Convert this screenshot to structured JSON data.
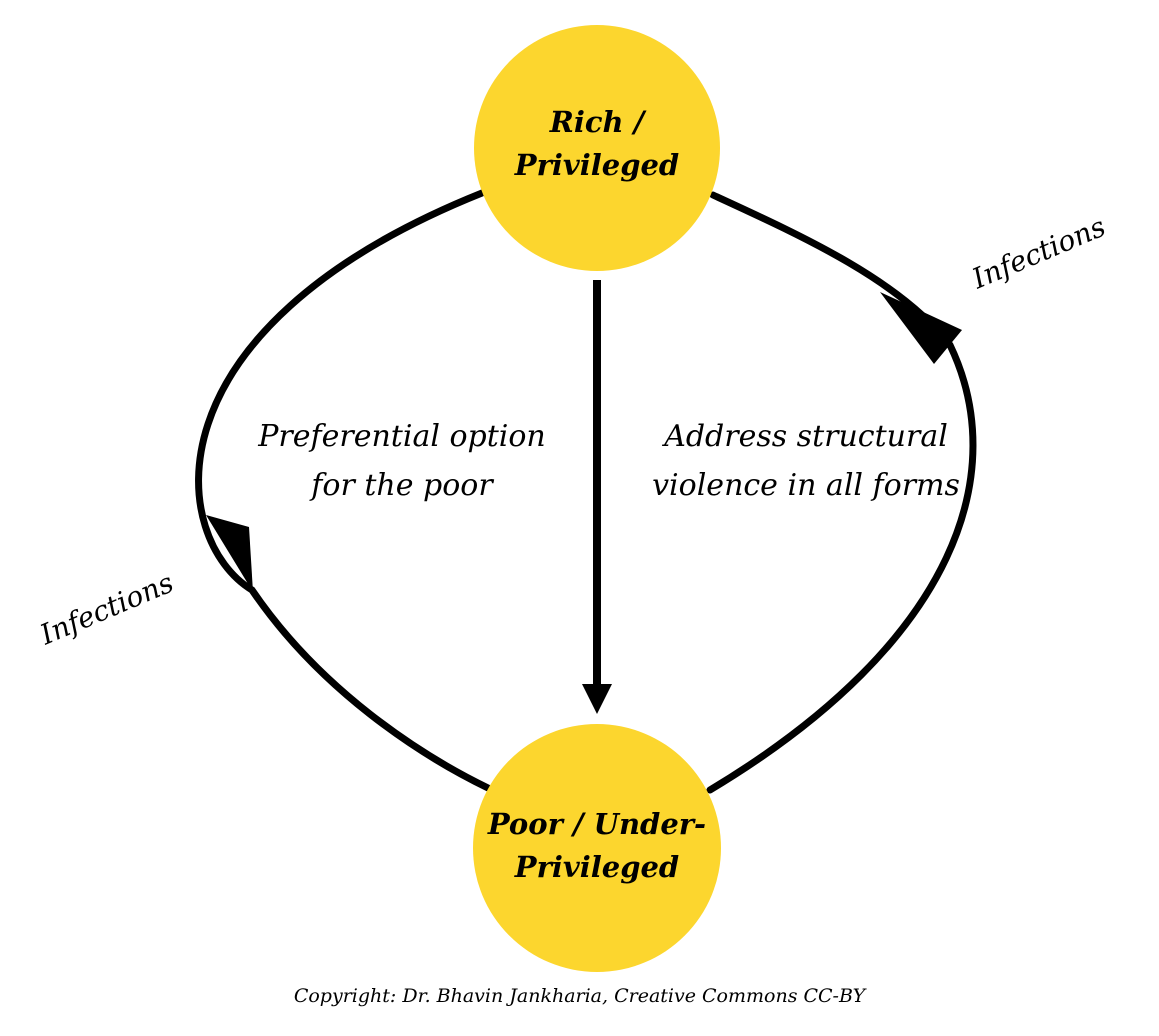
{
  "diagram": {
    "nodes": {
      "top": {
        "line1": "Rich /",
        "line2": "Privileged",
        "fill": "#FCD62E"
      },
      "bottom": {
        "line1": "Poor / Under-",
        "line2": "Privileged",
        "fill": "#FCD62E"
      }
    },
    "edges": {
      "left_arc_label": "Infections",
      "right_arc_label": "Infections",
      "center_label_line1": "Preferential option",
      "center_label_line2": "for the poor",
      "right_center_label_line1": "Address structural",
      "right_center_label_line2": "violence in all forms"
    },
    "line_color": "#000000"
  },
  "footer": {
    "copyright": "Copyright: Dr. Bhavin Jankharia, Creative Commons CC-BY"
  }
}
